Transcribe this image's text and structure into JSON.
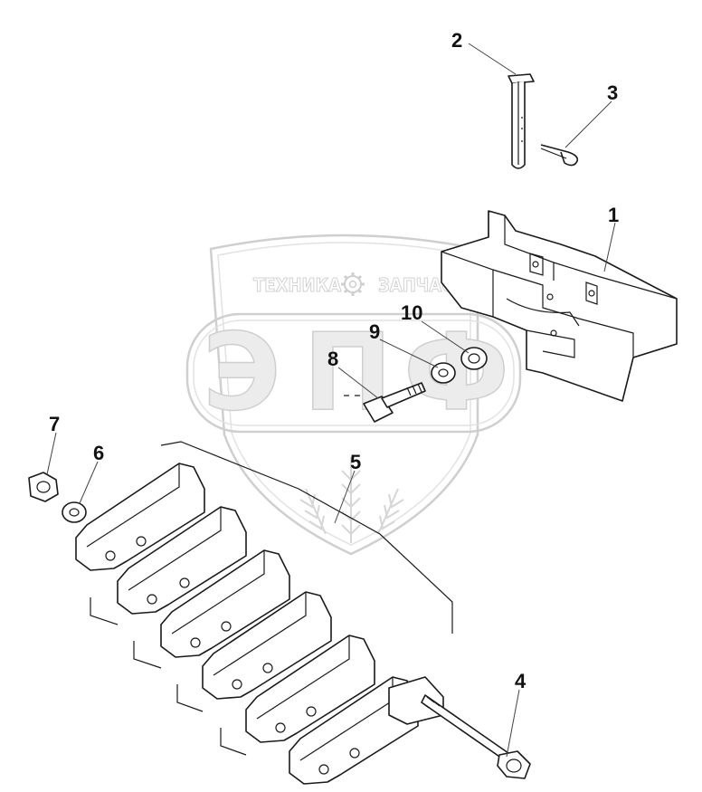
{
  "watermark": {
    "top_left": "ТЕХНИКА",
    "top_right": "ЗАПЧАСТИ",
    "letters": [
      "Э",
      "П",
      "Ф"
    ],
    "gear_icon": "gear-icon",
    "wheat_icon": "wheat-icon"
  },
  "callouts": [
    {
      "id": "1",
      "label": "1"
    },
    {
      "id": "2",
      "label": "2"
    },
    {
      "id": "3",
      "label": "3"
    },
    {
      "id": "4",
      "label": "4"
    },
    {
      "id": "5",
      "label": "5"
    },
    {
      "id": "6",
      "label": "6"
    },
    {
      "id": "7",
      "label": "7"
    },
    {
      "id": "8",
      "label": "8"
    },
    {
      "id": "9",
      "label": "9"
    },
    {
      "id": "10",
      "label": "10"
    }
  ],
  "colors": {
    "line": "#1a1a1a",
    "watermark": "#d2d2d2",
    "background": "#ffffff"
  }
}
